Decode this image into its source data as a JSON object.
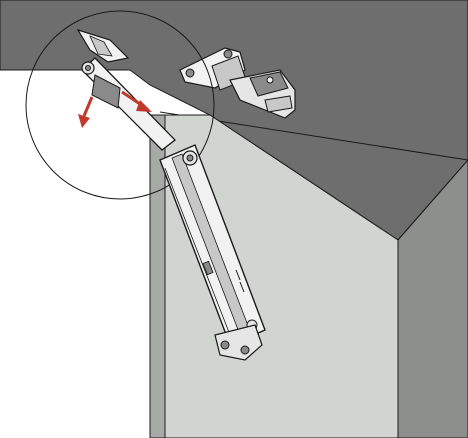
{
  "diagram": {
    "kind": "assembly-instruction",
    "subject": "lift-stay-hinge-removal",
    "has_detail_circle": true,
    "arrow_count": 2,
    "colors": {
      "cabinet_top": "#6e6e6e",
      "cabinet_side_front": "#d2d4d2",
      "cabinet_side_dark": "#8d8f8d",
      "cabinet_edge": "#a8aaa8",
      "metal_light": "#f2f2f2",
      "metal_mid": "#c8c8c8",
      "metal_dark": "#8a8a8a",
      "outline": "#1a1a1a",
      "arrow": "#c0392b",
      "background": "#ffffff"
    }
  }
}
